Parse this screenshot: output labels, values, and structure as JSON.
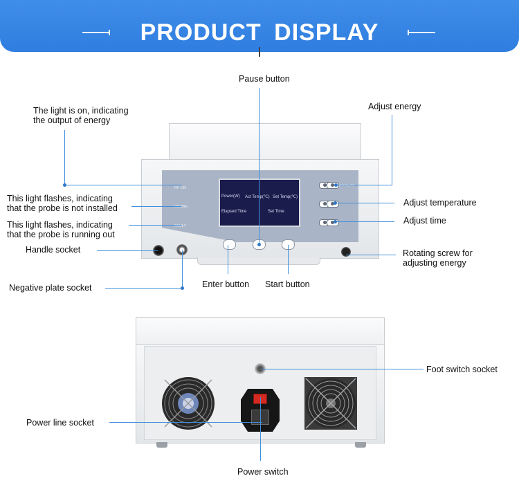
{
  "header": {
    "title": "PRODUCT DISPLAY"
  },
  "labels": {
    "light_on": [
      "The light is on, indicating",
      "the output of energy"
    ],
    "probe_not_installed": [
      "This light flashes, indicating",
      "that the probe is not installed"
    ],
    "probe_running_out": [
      "This light flashes, indicating",
      "that the probe is running out"
    ],
    "handle_socket": "Handle socket",
    "negative_plate_socket": "Negative plate socket",
    "pause_button": "Pause button",
    "enter_button": "Enter button",
    "start_button": "Start button",
    "adjust_energy": "Adjust energy",
    "adjust_temperature": "Adjust temperature",
    "adjust_time": "Adjust time",
    "rotating_screw": [
      "Rotating screw for",
      "adjusting energy"
    ],
    "foot_switch_socket": "Foot switch socket",
    "power_line_socket": "Power line socket",
    "power_switch": "Power switch"
  },
  "device_front": {
    "indicators": [
      "RF ON",
      "PROBE",
      "FAULT"
    ],
    "screen": {
      "power": "Power(W)",
      "act_temp": "Act Temp(℃)",
      "set_temp": "Set Temp(℃)",
      "elapsed": "Elapsed Time",
      "set_time": "Set Time"
    },
    "energy_mark": "primary RF"
  },
  "colors": {
    "banner": "#3385e4",
    "leader_line": "#3f8fdc",
    "screen": "#1a1c4c",
    "panel": "#a9b4c6"
  }
}
